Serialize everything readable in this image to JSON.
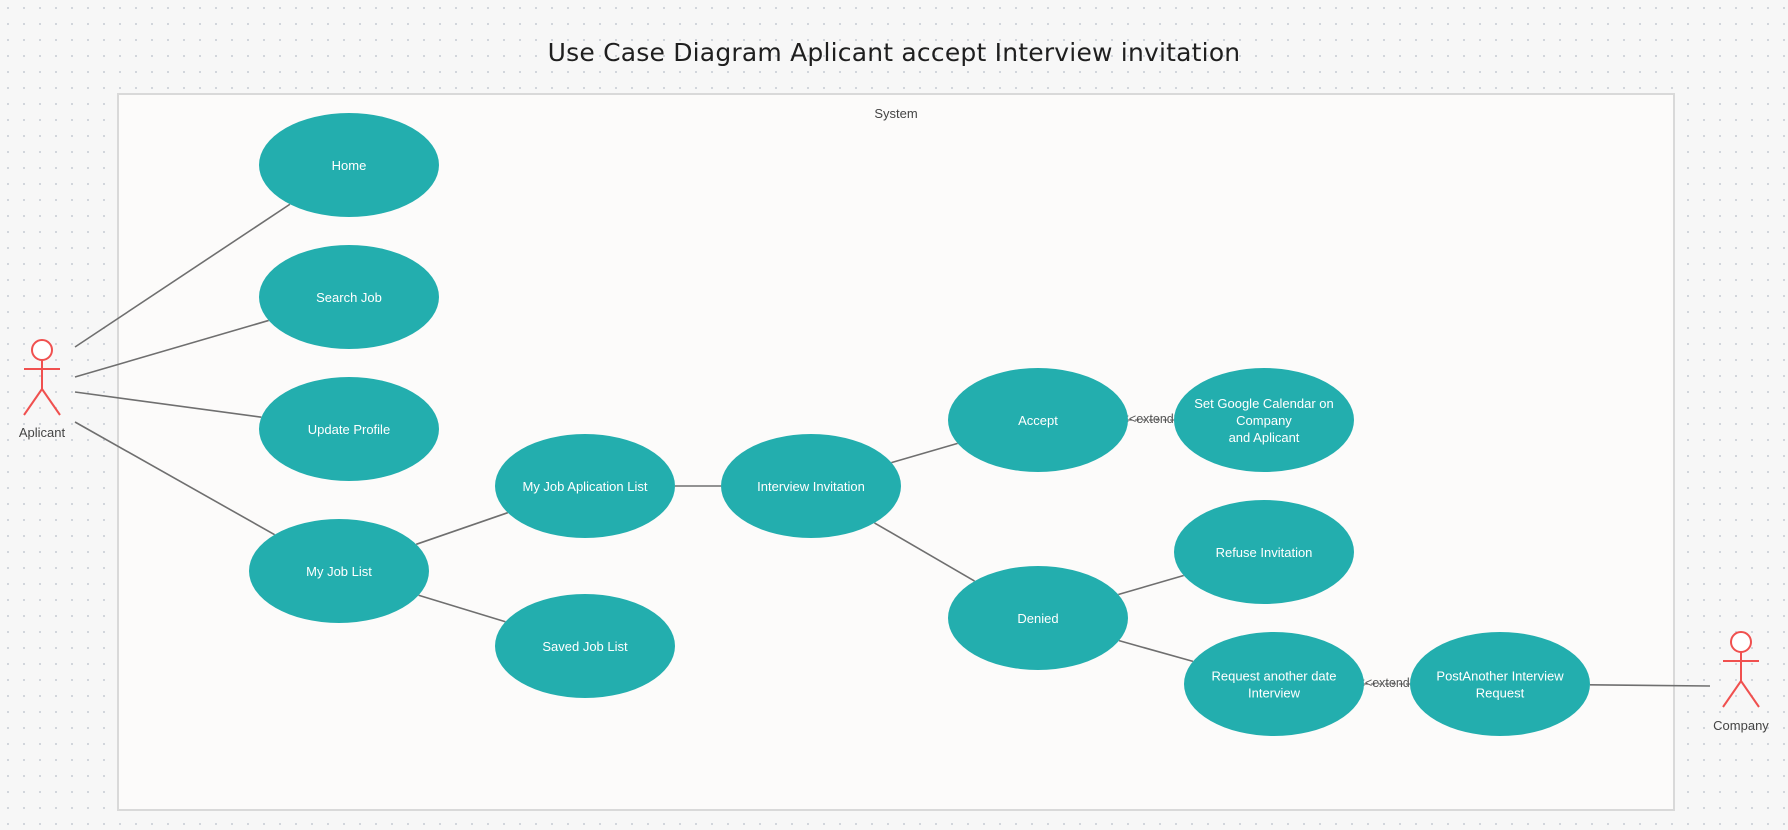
{
  "title": "Use  Case  Diagram  Aplicant  accept  Interview invitation",
  "system_label": "System",
  "colors": {
    "usecase_fill": "#23aeae",
    "actor_stroke": "#f0504f",
    "connector": "#6f6f6f",
    "boundary_border": "#d9d9d9"
  },
  "actors": [
    {
      "id": "aplicant",
      "label": "Aplicant"
    },
    {
      "id": "company",
      "label": "Company"
    }
  ],
  "use_cases": [
    {
      "id": "home",
      "lines": [
        "Home"
      ]
    },
    {
      "id": "search_job",
      "lines": [
        "Search Job"
      ]
    },
    {
      "id": "update_profile",
      "lines": [
        "Update Profile"
      ]
    },
    {
      "id": "my_job_list",
      "lines": [
        "My Job List"
      ]
    },
    {
      "id": "my_job_application_list",
      "lines": [
        "My Job Aplication List"
      ]
    },
    {
      "id": "saved_job_list",
      "lines": [
        "Saved Job List"
      ]
    },
    {
      "id": "interview_invitation",
      "lines": [
        "Interview Invitation"
      ]
    },
    {
      "id": "accept",
      "lines": [
        "Accept"
      ]
    },
    {
      "id": "set_google_calendar",
      "lines": [
        "Set  Google Calendar on",
        "Company",
        "and Aplicant"
      ]
    },
    {
      "id": "denied",
      "lines": [
        "Denied"
      ]
    },
    {
      "id": "refuse_invitation",
      "lines": [
        "Refuse Invitation"
      ]
    },
    {
      "id": "request_another_date",
      "lines": [
        "Request another date",
        "Interview"
      ]
    },
    {
      "id": "post_another_request",
      "lines": [
        "PostAnother Interview",
        "Request"
      ]
    }
  ],
  "associations": [
    {
      "from": "aplicant",
      "to": "home"
    },
    {
      "from": "aplicant",
      "to": "search_job"
    },
    {
      "from": "aplicant",
      "to": "update_profile"
    },
    {
      "from": "aplicant",
      "to": "my_job_list"
    },
    {
      "from": "my_job_list",
      "to": "my_job_application_list"
    },
    {
      "from": "my_job_list",
      "to": "saved_job_list"
    },
    {
      "from": "my_job_application_list",
      "to": "interview_invitation"
    },
    {
      "from": "interview_invitation",
      "to": "accept"
    },
    {
      "from": "interview_invitation",
      "to": "denied"
    },
    {
      "from": "denied",
      "to": "refuse_invitation"
    },
    {
      "from": "denied",
      "to": "request_another_date"
    },
    {
      "from": "post_another_request",
      "to": "company"
    }
  ],
  "extends": [
    {
      "from": "accept",
      "to": "set_google_calendar",
      "label": "<<extend>>"
    },
    {
      "from": "request_another_date",
      "to": "post_another_request",
      "label": "<<extend>>"
    }
  ]
}
